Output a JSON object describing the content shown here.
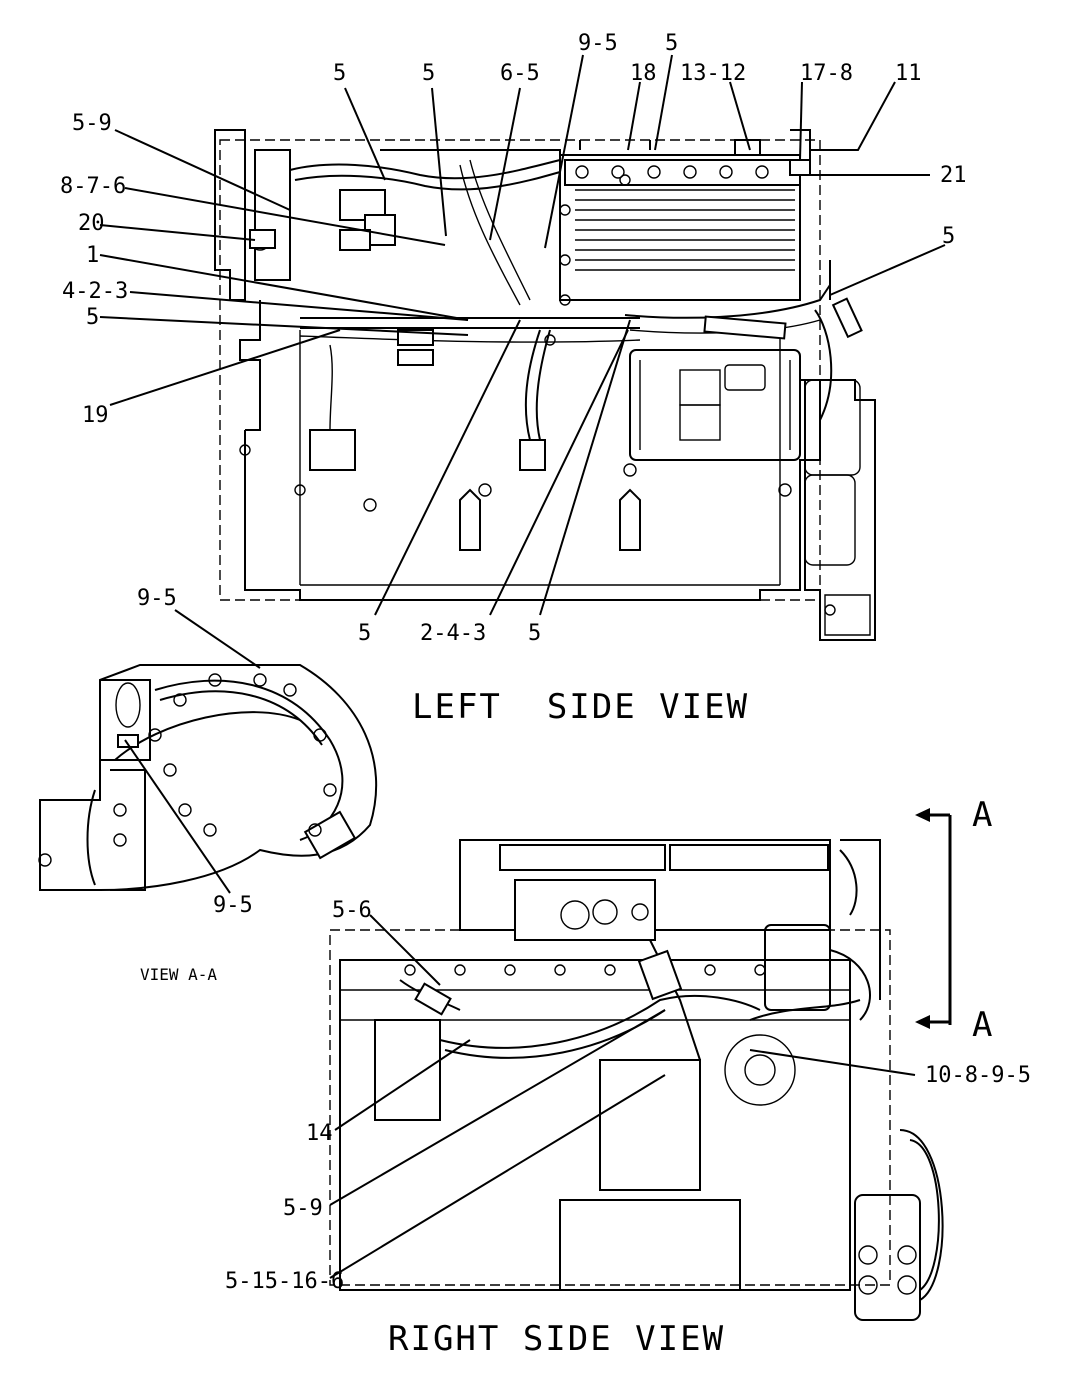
{
  "views": {
    "left_title": "LEFT  SIDE VIEW",
    "right_title": "RIGHT SIDE VIEW",
    "section_title": "VIEW A-A",
    "section_marker_top": "A",
    "section_marker_bottom": "A"
  },
  "callouts_left": [
    {
      "id": "l1",
      "text": "5"
    },
    {
      "id": "l2",
      "text": "5"
    },
    {
      "id": "l3",
      "text": "6-5"
    },
    {
      "id": "l4",
      "text": "9-5"
    },
    {
      "id": "l5",
      "text": "5"
    },
    {
      "id": "l6",
      "text": "18"
    },
    {
      "id": "l7",
      "text": "13-12"
    },
    {
      "id": "l8",
      "text": "17-8"
    },
    {
      "id": "l9",
      "text": "11"
    },
    {
      "id": "l10",
      "text": "21"
    },
    {
      "id": "l11",
      "text": "5-9"
    },
    {
      "id": "l12",
      "text": "8-7-6"
    },
    {
      "id": "l13",
      "text": "20"
    },
    {
      "id": "l14",
      "text": "1"
    },
    {
      "id": "l15",
      "text": "4-2-3"
    },
    {
      "id": "l16",
      "text": "5"
    },
    {
      "id": "l17",
      "text": "19"
    },
    {
      "id": "l18",
      "text": "5"
    },
    {
      "id": "l19",
      "text": "5"
    },
    {
      "id": "l20",
      "text": "2-4-3"
    },
    {
      "id": "l21",
      "text": "5"
    }
  ],
  "callouts_section": [
    {
      "id": "s1",
      "text": "9-5"
    },
    {
      "id": "s2",
      "text": "9-5"
    }
  ],
  "callouts_right": [
    {
      "id": "r1",
      "text": "5-6"
    },
    {
      "id": "r2",
      "text": "10-8-9-5"
    },
    {
      "id": "r3",
      "text": "14"
    },
    {
      "id": "r4",
      "text": "5-9"
    },
    {
      "id": "r5",
      "text": "5-15-16-6"
    }
  ]
}
